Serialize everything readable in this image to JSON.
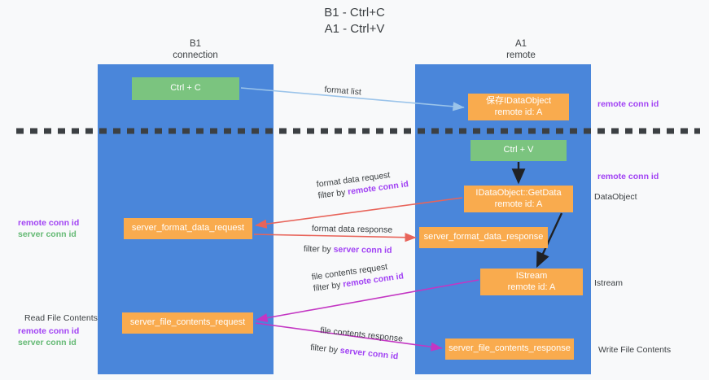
{
  "title": {
    "line1": "B1 - Ctrl+C",
    "line2": "A1 - Ctrl+V"
  },
  "columns": [
    {
      "id": "b1",
      "name": "B1",
      "role": "connection"
    },
    {
      "id": "a1",
      "name": "A1",
      "role": "remote"
    }
  ],
  "nodes": {
    "ctrl_c": {
      "label": "Ctrl + C",
      "color": "#7bc47f"
    },
    "save_idataobject": {
      "line1": "保存IDataObject",
      "line2": "remote id: A",
      "color": "#f9ab4e"
    },
    "ctrl_v": {
      "label": "Ctrl + V",
      "color": "#7bc47f"
    },
    "getdata": {
      "line1": "IDataObject::GetData",
      "line2": "remote id: A",
      "color": "#f9ab4e"
    },
    "server_format_data_request": {
      "label": "server_format_data_request",
      "color": "#f9ab4e"
    },
    "server_format_data_response": {
      "label": "server_format_data_response",
      "color": "#f9ab4e"
    },
    "istream": {
      "line1": "IStream",
      "line2": "remote id: A",
      "color": "#f9ab4e"
    },
    "server_file_contents_request": {
      "label": "server_file_contents_request",
      "color": "#f9ab4e"
    },
    "server_file_contents_response": {
      "label": "server_file_contents_response",
      "color": "#f9ab4e"
    }
  },
  "edge_labels": {
    "format_list": "format list",
    "format_data_request": "format data request",
    "format_data_request_filter_prefix": "filter by ",
    "format_data_request_filter_key": "remote conn id",
    "format_data_response": "format data response",
    "format_data_response_filter_prefix": "filter by ",
    "format_data_response_filter_key": "server conn id",
    "file_contents_request": "file contents request",
    "file_contents_request_filter_prefix": "filter by ",
    "file_contents_request_filter_key": "remote conn id",
    "file_contents_response": "file contents response",
    "file_contents_response_filter_prefix": "filter by ",
    "file_contents_response_filter_key": "server conn id"
  },
  "right_notes": {
    "remote_conn_id_top": "remote conn id",
    "remote_conn_id_mid": "remote conn id",
    "dataobject": "DataObject",
    "istream": "Istream",
    "write_file_contents": "Write File Contents"
  },
  "left_notes": {
    "remote_conn_id": "remote conn id",
    "server_conn_id": "server conn id",
    "read_file_contents": "Read File Contents",
    "remote_conn_id_2": "remote conn id",
    "server_conn_id_2": "server conn id"
  },
  "colors": {
    "lane": "#4a86da",
    "green_node": "#7bc47f",
    "orange_node": "#f9ab4e",
    "purple_text": "#a142f4",
    "green_text": "#64b974",
    "arrow_lightblue": "#9bc4ea",
    "arrow_red": "#e8645a",
    "arrow_magenta": "#c336c3",
    "arrow_pink": "#e8357f",
    "arrow_black": "#202124",
    "divider": "#3c4043",
    "background": "#f8f9fa"
  }
}
